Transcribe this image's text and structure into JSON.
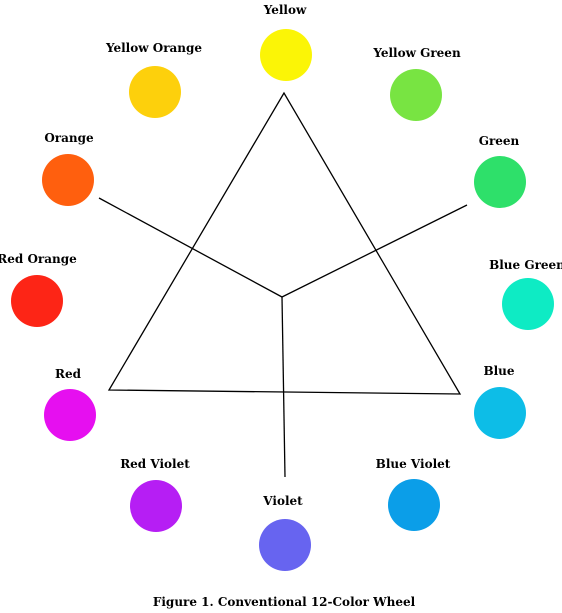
{
  "caption": "Figure 1. Conventional 12-Color Wheel",
  "colors": [
    {
      "label": "Yellow",
      "color": "#fbf506"
    },
    {
      "label": "Yellow Orange",
      "color": "#fdd00c"
    },
    {
      "label": "Yellow Green",
      "color": "#78e442"
    },
    {
      "label": "Orange",
      "color": "#ff5f0e"
    },
    {
      "label": "Green",
      "color": "#2ee06a"
    },
    {
      "label": "Red Orange",
      "color": "#fd2516"
    },
    {
      "label": "Blue Green",
      "color": "#0eebc4"
    },
    {
      "label": "Red",
      "color": "#e60ff0"
    },
    {
      "label": "Blue",
      "color": "#0dbde7"
    },
    {
      "label": "Red Violet",
      "color": "#b61ef4"
    },
    {
      "label": "Blue Violet",
      "color": "#0b9ee8"
    },
    {
      "label": "Violet",
      "color": "#6764f0"
    }
  ]
}
